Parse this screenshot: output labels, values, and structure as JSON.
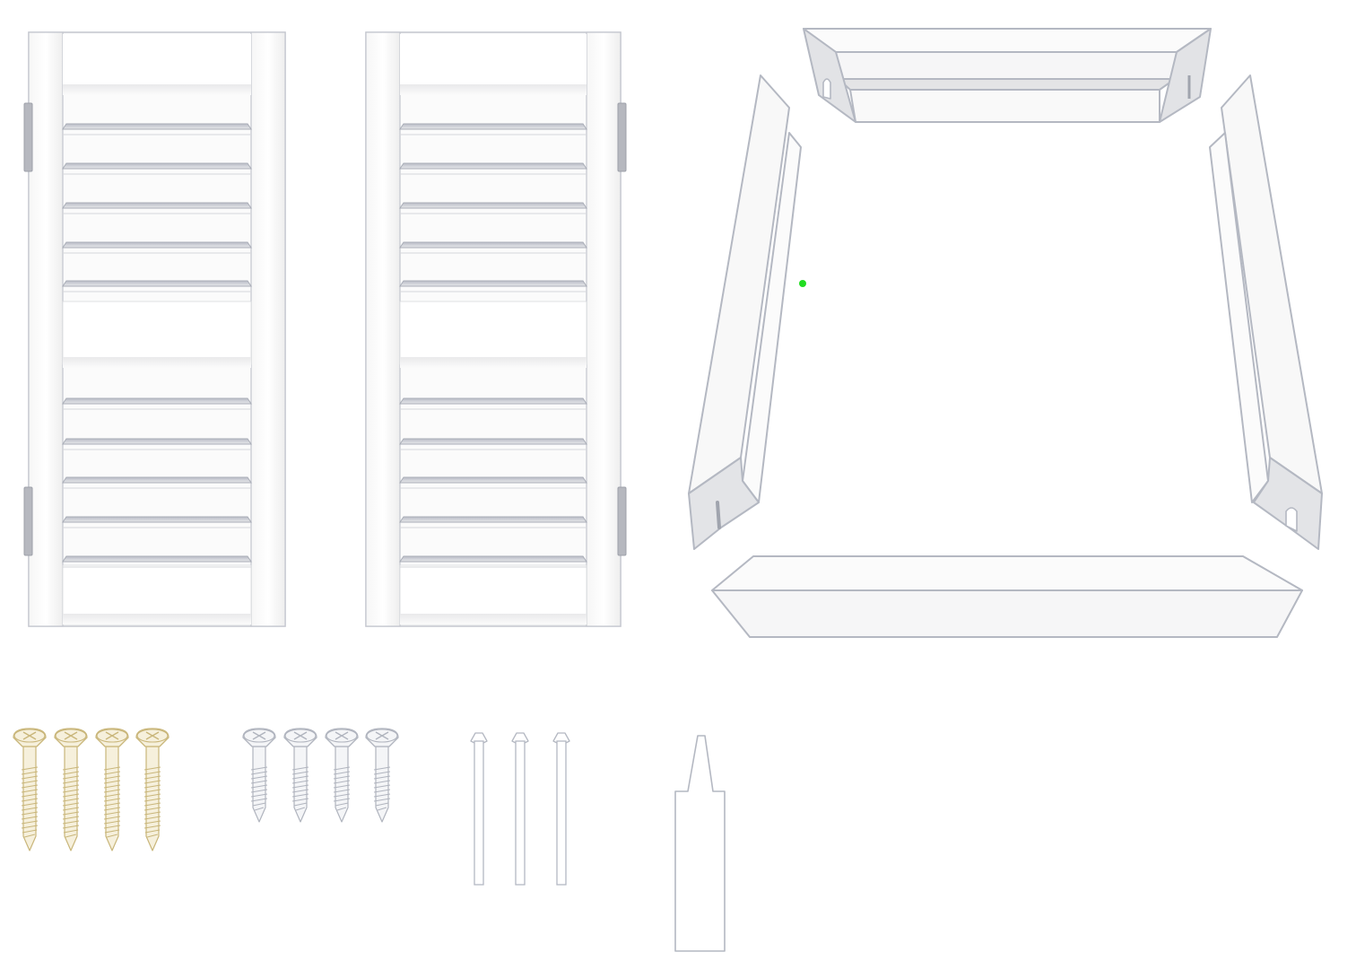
{
  "colors": {
    "outline": "#b4b8c2",
    "panel_fill": "#f8f8f8",
    "shade": "#e6e6e8",
    "hinge": "#aeb0b8",
    "brass": "#d3c48e",
    "silver": "#b6bac4",
    "marker": "#22dd22"
  },
  "parts": {
    "shutter_panels": {
      "count": 2,
      "louvers_per_panel": 10,
      "hinges_per_panel": 2
    },
    "frame_pieces": {
      "count": 4
    },
    "brass_screws": {
      "count": 4,
      "icon": "brass-screw-icon"
    },
    "silver_screws": {
      "count": 4,
      "icon": "silver-screw-icon"
    },
    "dowel_pins": {
      "count": 3,
      "icon": "dowel-pin-icon"
    },
    "glue_tube": {
      "count": 1,
      "icon": "glue-tube-icon"
    }
  }
}
